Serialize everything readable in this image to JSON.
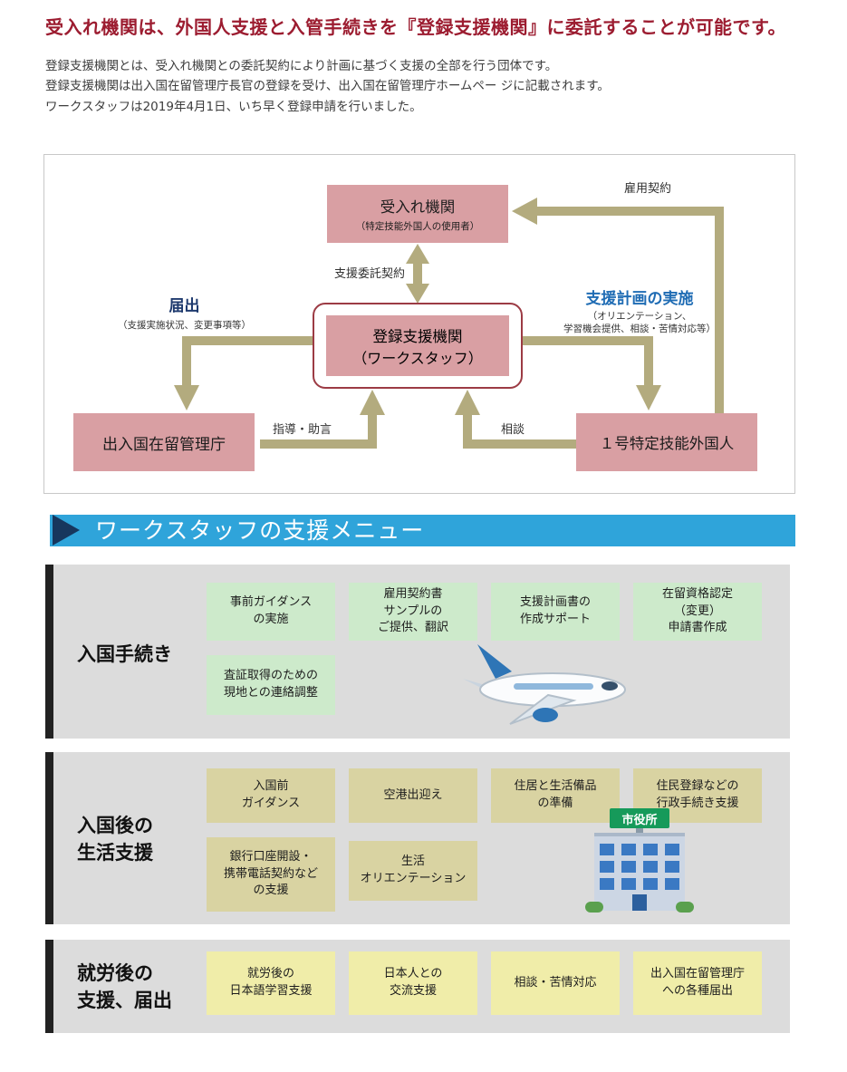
{
  "page": {
    "headline": "受入れ機関は、外国人支援と入管手続きを『登録支援機関』に委託することが可能です。",
    "intro": [
      "登録支援機関とは、受入れ機関との委託契約により計画に基づく支援の全部を行う団体です。",
      "登録支援機関は出入国在留管理庁長官の登録を受け、出入国在留管理庁ホームペー ジに記載されます。",
      "ワークスタッフは2019年4月1日、いち早く登録申請を行いました。"
    ]
  },
  "diagram": {
    "boxes": {
      "accepting_org": {
        "title": "受入れ機関",
        "subtitle": "（特定技能外国人の使用者）"
      },
      "support_org": {
        "title": "登録支援機関",
        "subtitle": "（ワークスタッフ）"
      },
      "immigration_bureau": {
        "title": "出入国在留管理庁"
      },
      "worker": {
        "title": "１号特定技能外国人"
      }
    },
    "labels": {
      "employment_contract": "雇用契約",
      "support_delegation_contract": "支援委託契約",
      "notification": "届出",
      "notification_detail": "（支援実施状況、変更事項等）",
      "support_plan": "支援計画の実施",
      "support_plan_detail": "（オリエンテーション、\n学習機会提供、相談・苦情対応等）",
      "guidance": "指導・助言",
      "consultation": "相談"
    },
    "colors": {
      "box_pink": "#d99fa3",
      "support_org_outline": "#9c3b44",
      "arrow_olive": "#b3ab7e",
      "notification_text": "#1e3a6e",
      "support_plan_text": "#1f6cb4"
    }
  },
  "menu": {
    "banner_title": "ワークスタッフの支援メニュー",
    "banner_bg": "#2fa4da",
    "banner_arrow_color": "#17365d"
  },
  "sections": [
    {
      "label": "入国手続き",
      "card_color": "#cdeacb",
      "cards": [
        "事前ガイダンス\nの実施",
        "雇用契約書\nサンプルの\nご提供、翻訳",
        "支援計画書の\n作成サポート",
        "在留資格認定\n（変更）\n申請書作成",
        "査証取得のための\n現地との連絡調整"
      ]
    },
    {
      "label": "入国後の\n生活支援",
      "card_color": "#d9d3a2",
      "cards": [
        "入国前\nガイダンス",
        "空港出迎え",
        "住居と生活備品\nの準備",
        "住民登録などの\n行政手続き支援",
        "銀行口座開設・\n携帯電話契約など\nの支援",
        "生活\nオリエンテーション"
      ]
    },
    {
      "label": "就労後の\n支援、届出",
      "card_color": "#f0eda9",
      "cards": [
        "就労後の\n日本語学習支援",
        "日本人との\n交流支援",
        "相談・苦情対応",
        "出入国在留管理庁\nへの各種届出"
      ]
    }
  ],
  "illustrations": {
    "cityhall_sign": "市役所"
  }
}
